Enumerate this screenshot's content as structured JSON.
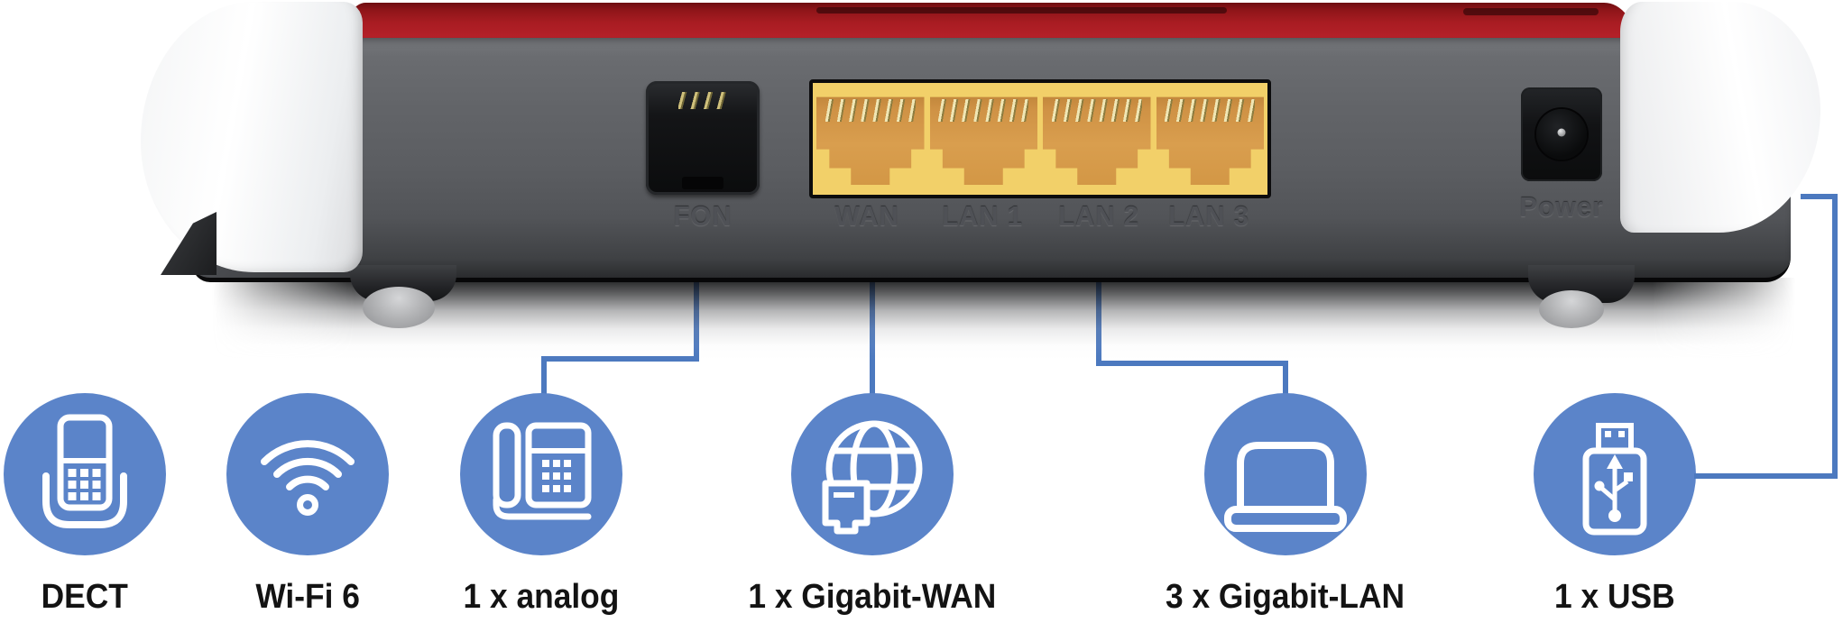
{
  "device": {
    "ports": [
      {
        "id": "fon",
        "label": "FON"
      },
      {
        "id": "wan",
        "label": "WAN"
      },
      {
        "id": "lan1",
        "label": "LAN 1"
      },
      {
        "id": "lan2",
        "label": "LAN 2"
      },
      {
        "id": "lan3",
        "label": "LAN 3"
      },
      {
        "id": "power",
        "label": "Power"
      }
    ]
  },
  "features": [
    {
      "id": "dect",
      "label": "DECT",
      "icon": "cordless-phone-icon"
    },
    {
      "id": "wifi6",
      "label": "Wi-Fi 6",
      "icon": "wifi-signal-icon"
    },
    {
      "id": "analog",
      "label": "1 x analog",
      "icon": "desk-phone-icon"
    },
    {
      "id": "gigabit_wan",
      "label": "1 x Gigabit-WAN",
      "icon": "globe-network-icon"
    },
    {
      "id": "gigabit_lan",
      "label": "3 x Gigabit-LAN",
      "icon": "laptop-icon"
    },
    {
      "id": "usb",
      "label": "1 x USB",
      "icon": "usb-stick-icon"
    }
  ],
  "colors": {
    "feature_circle_blue": "#5b84c9",
    "callout_line_blue": "#4c79bf",
    "device_red": "#a81c22",
    "device_gray": "#5d5f63",
    "port_yellow": "#f2d069",
    "label_text": "#131313"
  }
}
